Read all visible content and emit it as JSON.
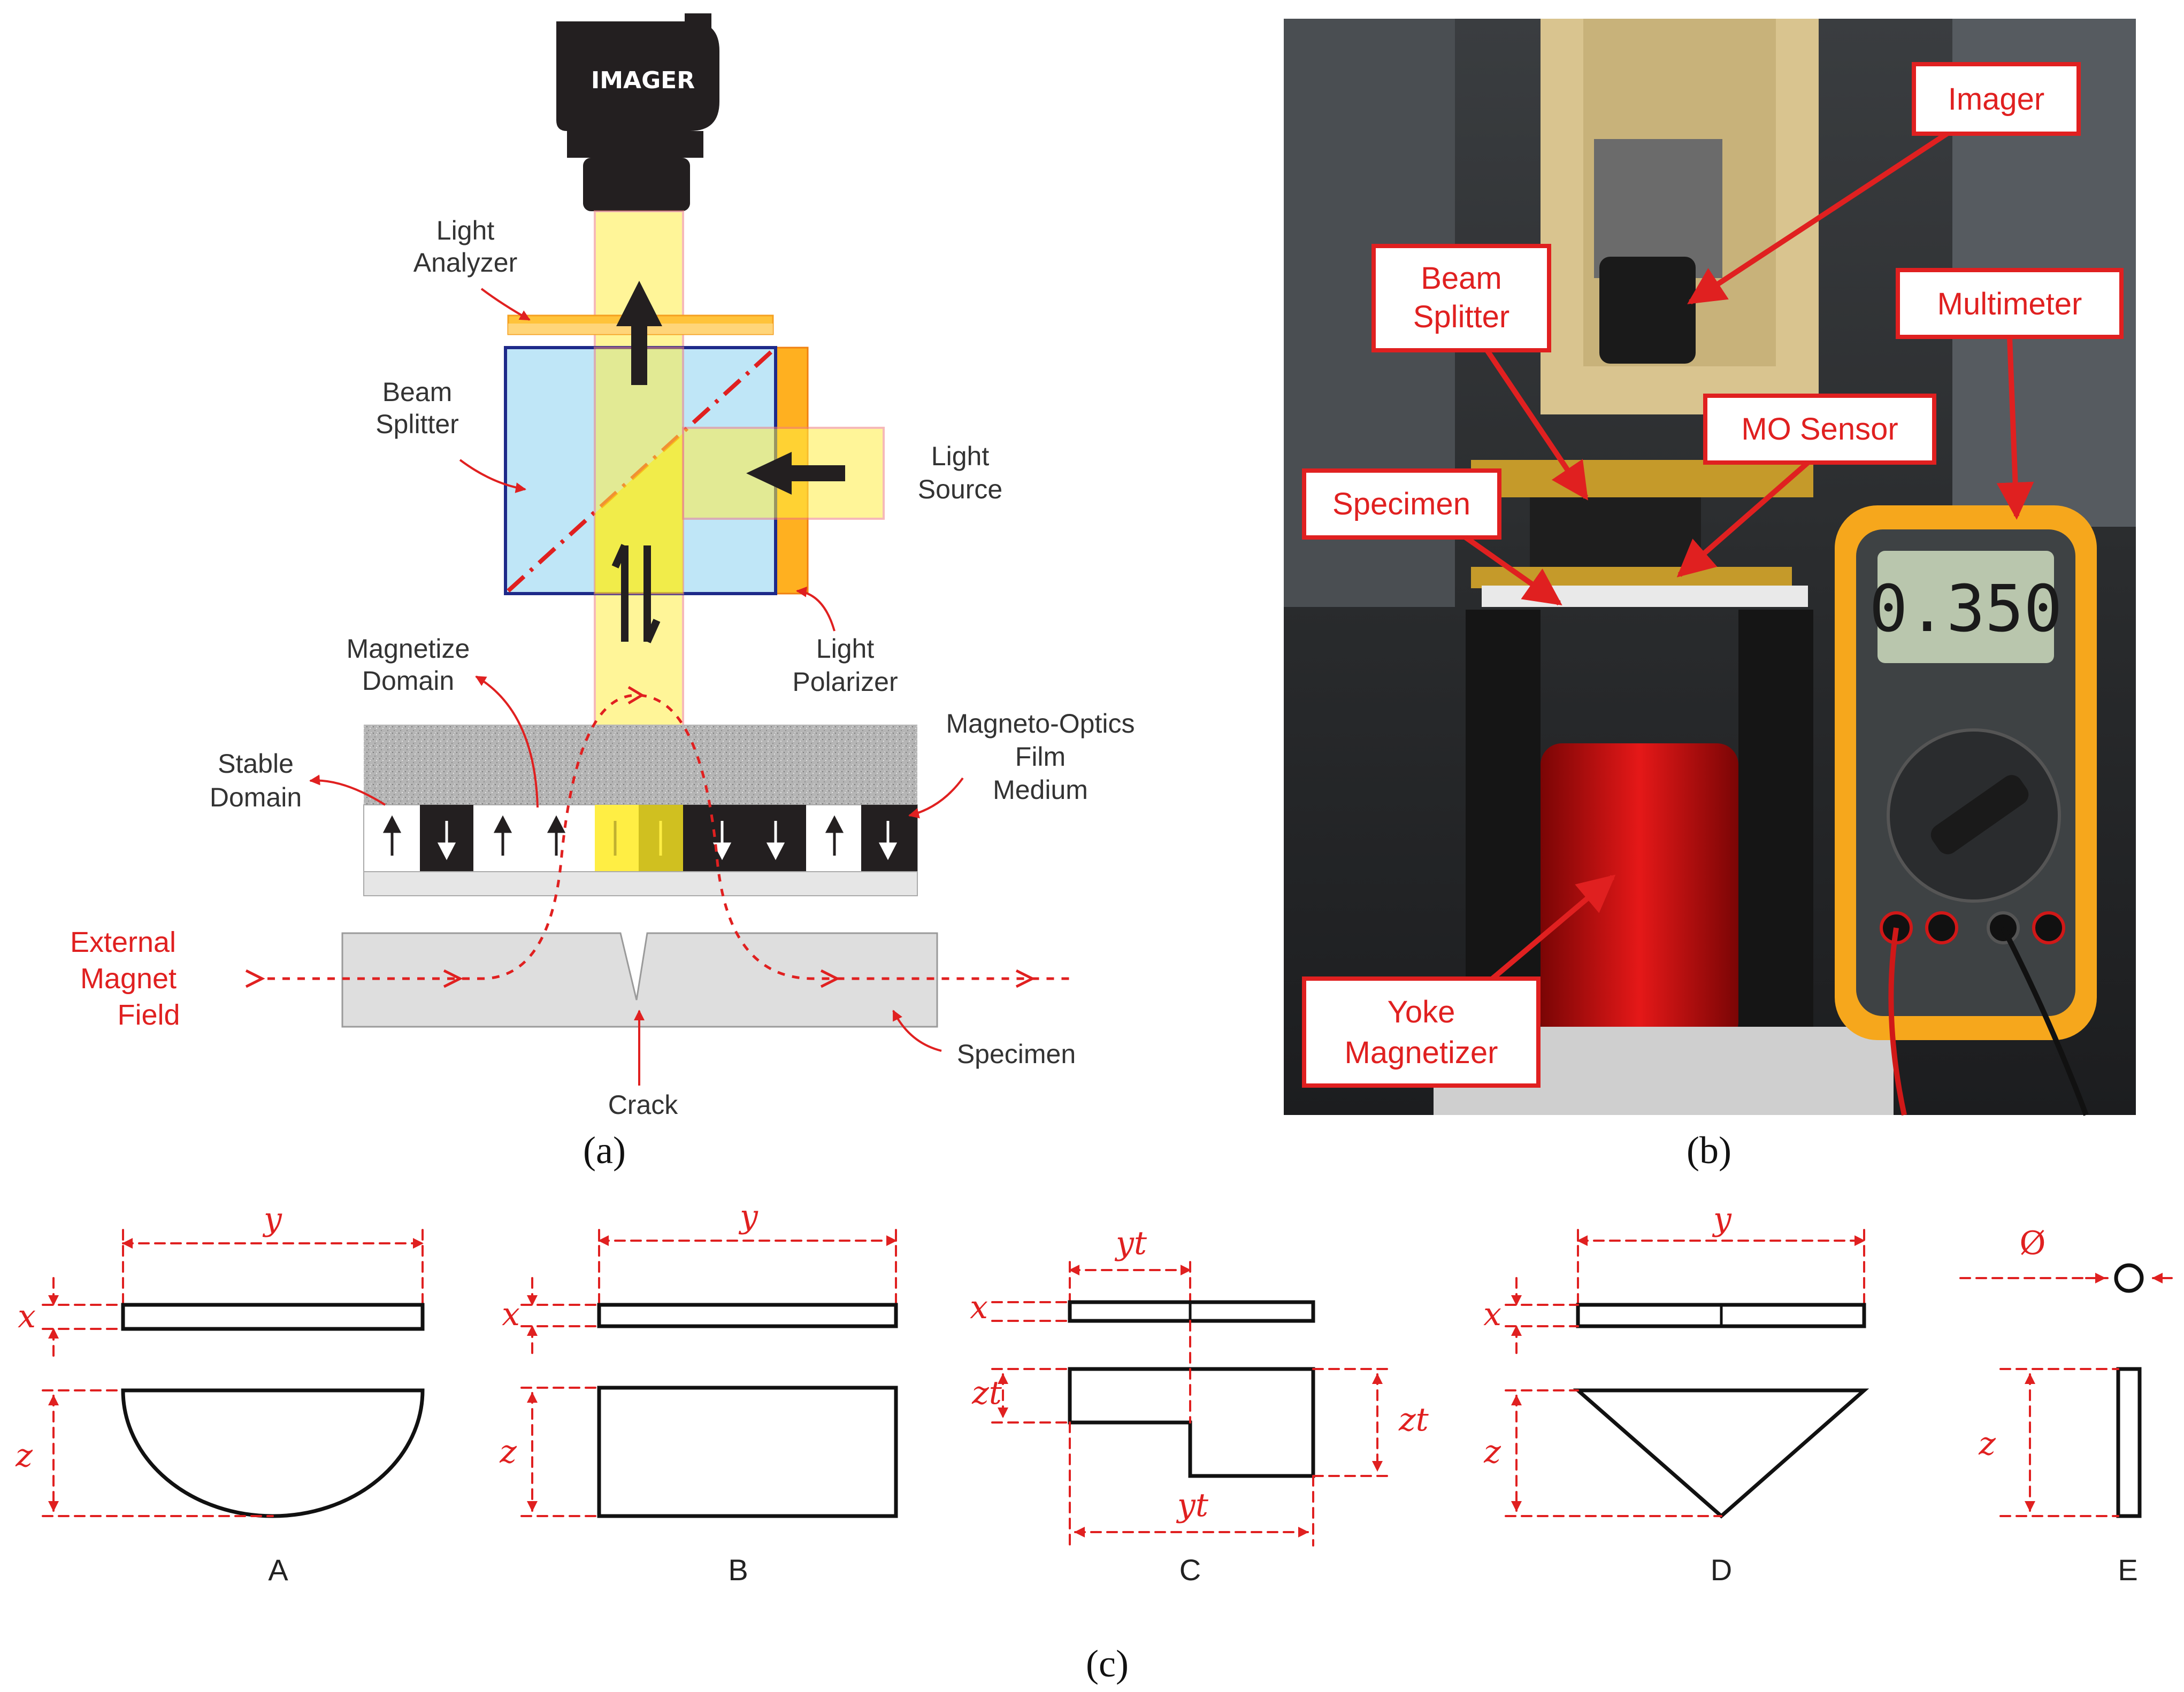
{
  "panel_a": {
    "imager": "IMAGER",
    "light_analyzer": [
      "Light",
      "Analyzer"
    ],
    "beam_splitter": [
      "Beam",
      "Splitter"
    ],
    "light_source": [
      "Light",
      "Source"
    ],
    "light_polarizer": [
      "Light",
      "Polarizer"
    ],
    "magnetize_domain": [
      "Magnetize",
      "Domain"
    ],
    "stable_domain": [
      "Stable",
      "Domain"
    ],
    "mo_film": [
      "Magneto-Optics",
      "Film",
      "Medium"
    ],
    "external_field": [
      "External",
      "Magnet",
      "Field"
    ],
    "specimen": "Specimen",
    "crack": "Crack",
    "caption": "(a)"
  },
  "panel_b": {
    "imager": "Imager",
    "beam_splitter": [
      "Beam",
      "Splitter"
    ],
    "multimeter": "Multimeter",
    "mo_sensor": "MO Sensor",
    "specimen": "Specimen",
    "yoke": [
      "Yoke",
      "Magnetizer"
    ],
    "display_value": "0.350",
    "caption": "(b)"
  },
  "panel_c": {
    "shapes": [
      "A",
      "B",
      "C",
      "D",
      "E"
    ],
    "dims": {
      "x": "x",
      "y": "y",
      "z": "z",
      "yt": "yt",
      "zt": "zt",
      "phi": "Ø"
    },
    "caption": "(c)"
  },
  "colors": {
    "annotation": "#e02020",
    "beam": "#ffee44",
    "splitter": "#bfe6f7"
  }
}
